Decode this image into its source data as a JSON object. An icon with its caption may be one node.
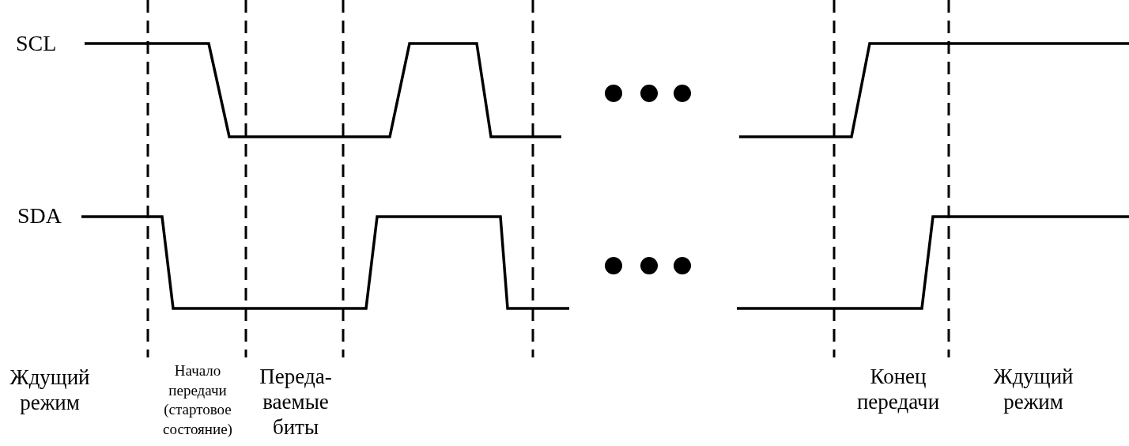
{
  "diagram": {
    "labels": [
      "SCL",
      "SDA",
      "Ждущий режим",
      "Начало передачи (стартовое состояние)",
      "Переда- ваемые биты",
      "Конец передачи",
      "Ждущий режим"
    ]
  }
}
